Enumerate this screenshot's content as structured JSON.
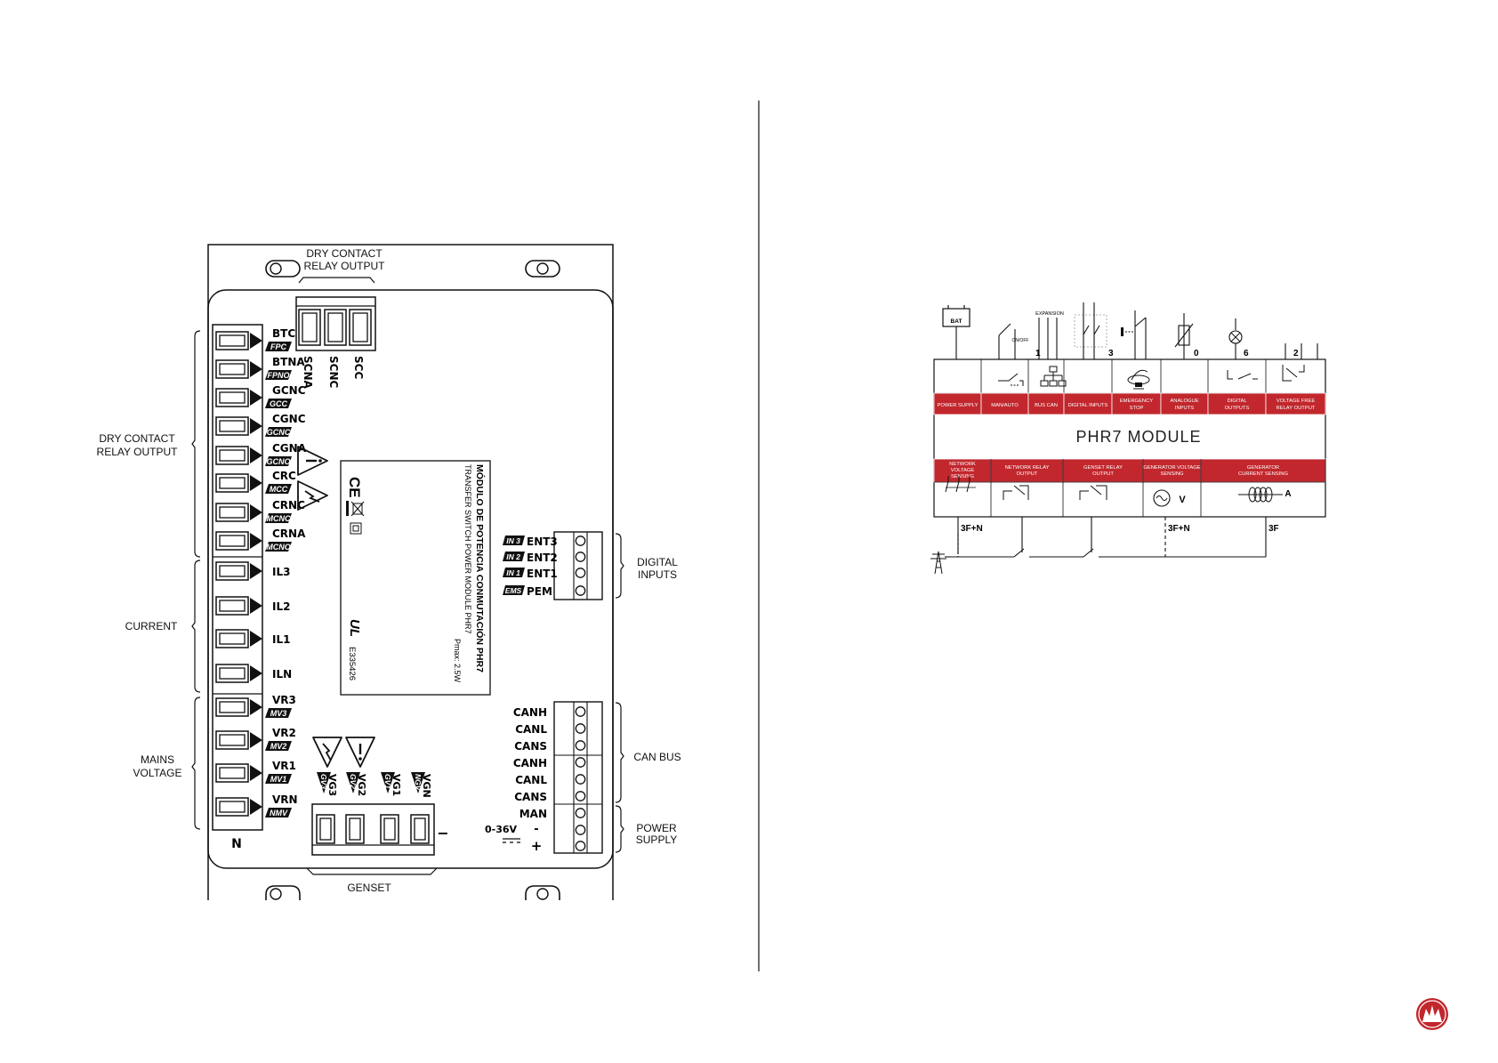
{
  "colors": {
    "accent": "#c1272d",
    "line": "#111111"
  },
  "left": {
    "top_label": [
      "DRY CONTACT",
      "RELAY OUTPUT"
    ],
    "top_terminals": [
      "SCNA",
      "SCNC",
      "SCC"
    ],
    "group_labels": {
      "dry_contact": [
        "DRY CONTACT",
        "RELAY OUTPUT"
      ],
      "current": [
        "CURRENT"
      ],
      "mains": [
        "MAINS",
        "VOLTAGE"
      ],
      "digital": [
        "DIGITAL",
        "INPUTS"
      ],
      "canbus": [
        "CAN BUS"
      ],
      "power": [
        "POWER",
        "SUPPLY"
      ],
      "genset": [
        "GENSET"
      ]
    },
    "left_terminals": [
      {
        "main": "BTC",
        "badge": "FPC"
      },
      {
        "main": "BTNA",
        "badge": "FPNO"
      },
      {
        "main": "GCNC",
        "badge": "GCC"
      },
      {
        "main": "CGNC",
        "badge": "GCNC"
      },
      {
        "main": "CGNA",
        "badge": "GCNO"
      },
      {
        "main": "CRC",
        "badge": "MCC"
      },
      {
        "main": "CRNC",
        "badge": "MCNC"
      },
      {
        "main": "CRNA",
        "badge": "MCNO"
      },
      {
        "main": "IL3",
        "badge": ""
      },
      {
        "main": "IL2",
        "badge": ""
      },
      {
        "main": "IL1",
        "badge": ""
      },
      {
        "main": "ILN",
        "badge": ""
      },
      {
        "main": "VR3",
        "badge": "MV3"
      },
      {
        "main": "VR2",
        "badge": "MV2"
      },
      {
        "main": "VR1",
        "badge": "MV1"
      },
      {
        "main": "VRN",
        "badge": "NMV"
      }
    ],
    "n_label": "N",
    "bottom_terminals": [
      {
        "main": "VG3",
        "badge": "GV3"
      },
      {
        "main": "VG2",
        "badge": "GV2"
      },
      {
        "main": "VG1",
        "badge": "GV1"
      },
      {
        "main": "VGN",
        "badge": "NGV"
      }
    ],
    "minus": "−",
    "label_plate": {
      "title": "MÓDULO DE POTENCIA CONMUTACIÓN PHR7",
      "subtitle": "TRANSFER SWITCH POWER MODULE PHR7",
      "pmax": "Pmax: 2.5W",
      "cert": "E335426",
      "ce": "CE",
      "ul": "UL"
    },
    "digital_terminals": [
      {
        "badge": "IN 3",
        "main": "ENT3"
      },
      {
        "badge": "IN 2",
        "main": "ENT2"
      },
      {
        "badge": "IN 1",
        "main": "ENT1"
      },
      {
        "badge": "EMS",
        "main": "PEM"
      }
    ],
    "can_terminals": [
      "CANH",
      "CANL",
      "CANS",
      "CANH",
      "CANL",
      "CANS",
      "MAN"
    ],
    "power_label": "0-36V",
    "power_signs": [
      "-",
      "+"
    ]
  },
  "right": {
    "module_title": "PHR7 MODULE",
    "expansion": "EXPANSION",
    "battery": "BAT",
    "onoff": "ON/OFF",
    "top_counts": [
      "1",
      "3",
      "0",
      "6",
      "2"
    ],
    "top_sections": [
      [
        "POWER SUPPLY"
      ],
      [
        "MAN/AUTO"
      ],
      [
        "BUS CAN"
      ],
      [
        "DIGITAL INPUTS"
      ],
      [
        "EMERGENCY",
        "STOP"
      ],
      [
        "ANALOGUE",
        "INPUTS"
      ],
      [
        "DIGITAL",
        "OUTPUTS"
      ],
      [
        "VOLTAGE FREE",
        "RELAY OUTPUT"
      ]
    ],
    "bottom_sections": [
      [
        "NETWORK",
        "VOLTAGE",
        "SENSING"
      ],
      [
        "NETWORK RELAY",
        "OUTPUT"
      ],
      [
        "GENSET RELAY",
        "OUTPUT"
      ],
      [
        "GENERATOR VOLTAGE",
        "SENSING"
      ],
      [
        "GENERATOR",
        "CURRENT SENSING"
      ]
    ],
    "v_label": "V",
    "a_label": "A",
    "wire_labels": [
      "3F+N",
      "3F+N",
      "3F"
    ]
  }
}
